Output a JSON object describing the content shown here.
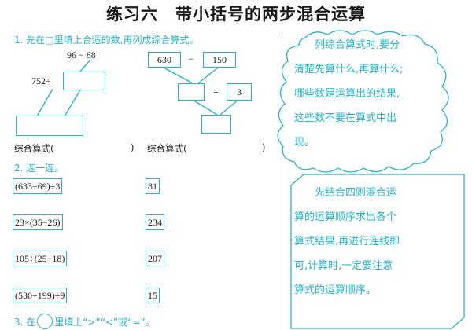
{
  "title": "练习六　带小括号的两步混合运算",
  "q1": {
    "instruction": "1. 先在□里填上合适的数,再列成综合算式。",
    "left": {
      "top_expr": "96 − 88",
      "side": "752÷"
    },
    "right": {
      "a": "630",
      "op1": "−",
      "b": "150",
      "op2": "÷",
      "c": "3"
    },
    "formula_label": "综合算式(",
    "formula_close": ")"
  },
  "q2": {
    "instruction": "2. 连一连。",
    "expressions": [
      "(633+69)÷3",
      "23×(35−26)",
      "105÷(25−18)",
      "(530+199)÷9"
    ],
    "answers": [
      "81",
      "234",
      "207",
      "15"
    ]
  },
  "q3": {
    "prefix": "3. 在",
    "suffix": "里填上“>”“<”或“=”。"
  },
  "tips": {
    "cloud": [
      "列综合算式时,要分",
      "清楚先算什么,再算什么;",
      "哪些数是运算出的结果,",
      "这些数不要在算式中出",
      "现。"
    ],
    "frame": [
      "先结合四则混合运",
      "算的运算顺序求出各个",
      "算式结果,再进行连线即",
      "可,计算时,一定要注意",
      "算式的运算顺序。"
    ]
  },
  "colors": {
    "accent": "#2bb3c8",
    "tip_text": "#22b6cc"
  }
}
